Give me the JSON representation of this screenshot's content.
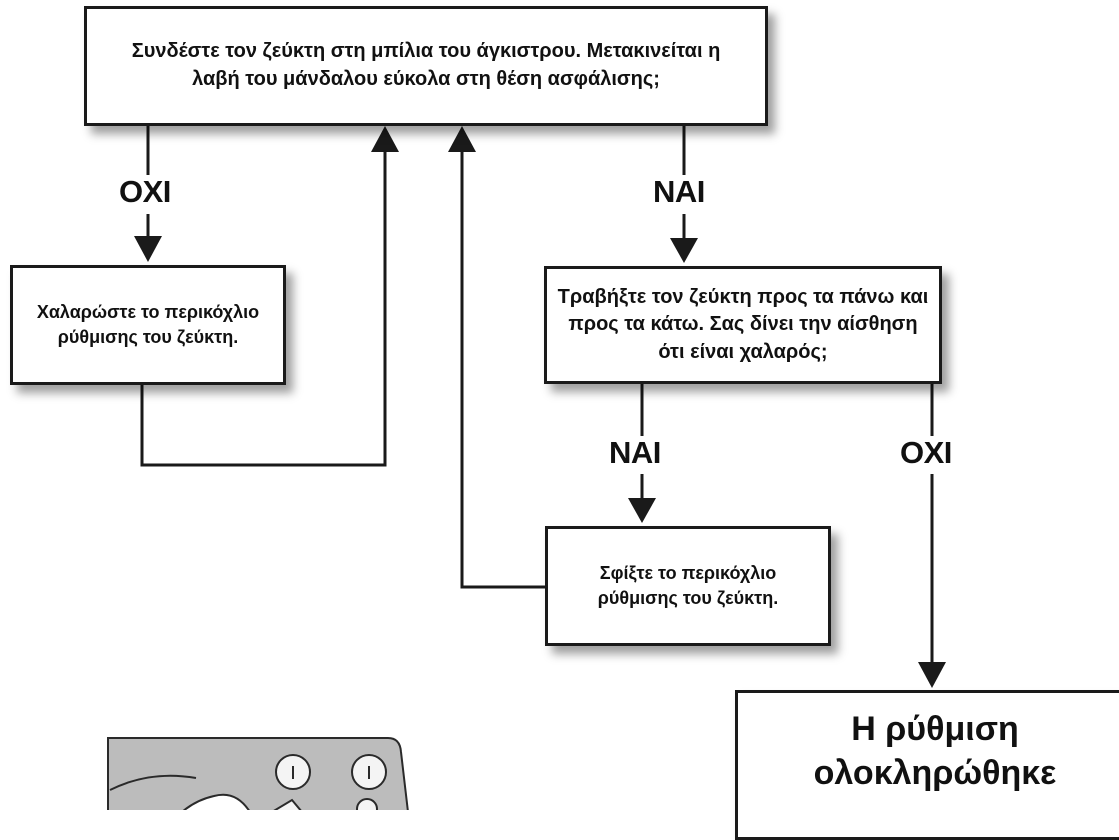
{
  "nodes": {
    "question_attach": "Συνδέστε τον ζεύκτη στη μπίλια του άγκιστρου. Μετακινείται η λαβή του μάνδαλου εύκολα στη θέση ασφάλισης;",
    "action_loosen": "Χαλαρώστε το περικόχλιο ρύθμισης του ζεύκτη.",
    "question_pull": "Τραβήξτε τον ζεύκτη προς τα πάνω και προς τα κάτω. Σας δίνει την αίσθηση ότι είναι χαλαρός;",
    "action_tighten": "Σφίξτε το περικόχλιο ρύθμισης του ζεύκτη.",
    "result_done": "Η ρύθμιση ολοκληρώθηκε"
  },
  "edges": {
    "attach_no": "ΟΧΙ",
    "attach_yes": "ΝΑΙ",
    "pull_yes": "ΝΑΙ",
    "pull_no": "ΟΧΙ"
  }
}
